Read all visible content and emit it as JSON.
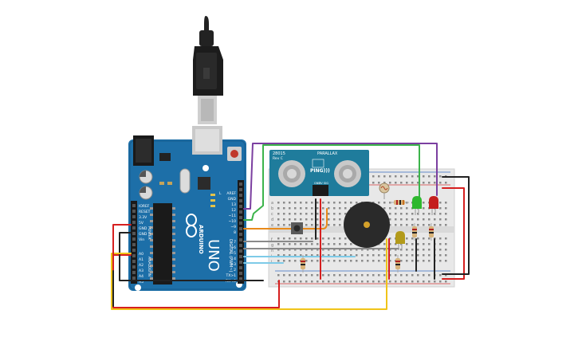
{
  "arduino": {
    "logo_text": "UNO",
    "brand_text": "ARDUINO",
    "digital_label": "DIGITAL (PWM~)",
    "analog_label": "ANALOG IN",
    "power_label": "POWER",
    "top_pins": [
      "AREF",
      "GND",
      "13",
      "12",
      "~11",
      "~10",
      "~9",
      "8"
    ],
    "bottom_pins": [
      "7",
      "~6",
      "~5",
      "4",
      "~3",
      "2",
      "TX>1",
      "RX<0"
    ],
    "power_pins": [
      "IOREF",
      "RESET",
      "3.3V",
      "5V",
      "GND",
      "GND",
      "Vin"
    ],
    "analog_pins": [
      "A0",
      "A1",
      "A2",
      "A3",
      "A4",
      "A5"
    ],
    "tx_label": "TX",
    "rx_label": "RX",
    "l_label": "L"
  },
  "sensor": {
    "name": "PING)))",
    "brand": "PARALLAX",
    "part": "28015",
    "rev": "Rev C",
    "pins": [
      "GND",
      "5V",
      "SIG"
    ]
  },
  "breadboard": {
    "rows_top": [
      "a",
      "b",
      "c",
      "d",
      "e"
    ],
    "rows_bottom": [
      "f",
      "g",
      "h",
      "i",
      "j"
    ]
  },
  "colors": {
    "arduino_board": "#1d6fa8",
    "breadboard": "#e8e8e8",
    "sensor_board": "#1f7c9c",
    "wire_red": "#d61f1f",
    "wire_black": "#222222",
    "wire_yellow": "#f0c419",
    "wire_green": "#3cb44b",
    "wire_purple": "#7b3fa0",
    "wire_orange": "#e88a1a",
    "wire_gray": "#8a8a8a",
    "wire_cyan": "#7ecbe8",
    "led_green": "#2eb82e",
    "led_red": "#c41e1e",
    "led_olive": "#b29a1a",
    "buzzer": "#2a2a2a"
  }
}
